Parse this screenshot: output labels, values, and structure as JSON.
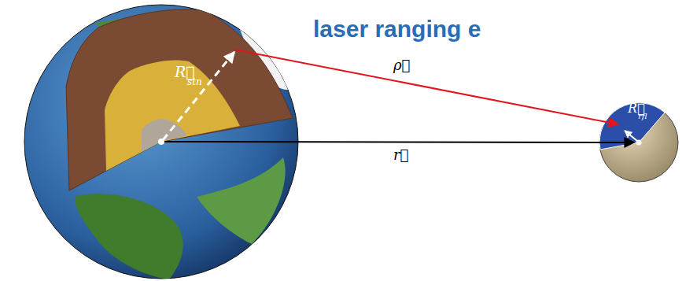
{
  "diagram": {
    "title": "laser ranging e",
    "labels": [
      "R⃗",
      "stn",
      "ρ⃗",
      "r⃗",
      "R⃗",
      "rfl"
    ]
  }
}
